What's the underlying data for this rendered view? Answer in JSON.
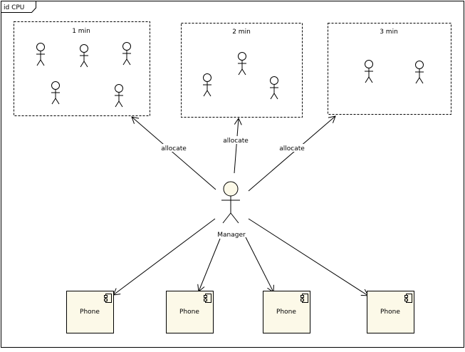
{
  "diagram": {
    "frame_label": "id CPU",
    "colors": {
      "line": "#000000",
      "component_fill": "#fcf9e8",
      "actor_head_fill": "#fcf9e8",
      "background": "#ffffff"
    },
    "groups": [
      {
        "label": "1 min",
        "actor_count": 5
      },
      {
        "label": "2 min",
        "actor_count": 3
      },
      {
        "label": "3 min",
        "actor_count": 2
      }
    ],
    "manager": {
      "label": "Manager"
    },
    "allocate_edges": [
      {
        "label": "allocate",
        "target": "1 min"
      },
      {
        "label": "allocate",
        "target": "2 min"
      },
      {
        "label": "allocate",
        "target": "3 min"
      }
    ],
    "phones": [
      {
        "label": "Phone",
        "icon": "component-icon"
      },
      {
        "label": "Phone",
        "icon": "component-icon"
      },
      {
        "label": "Phone",
        "icon": "component-icon"
      },
      {
        "label": "Phone",
        "icon": "component-icon"
      }
    ]
  }
}
